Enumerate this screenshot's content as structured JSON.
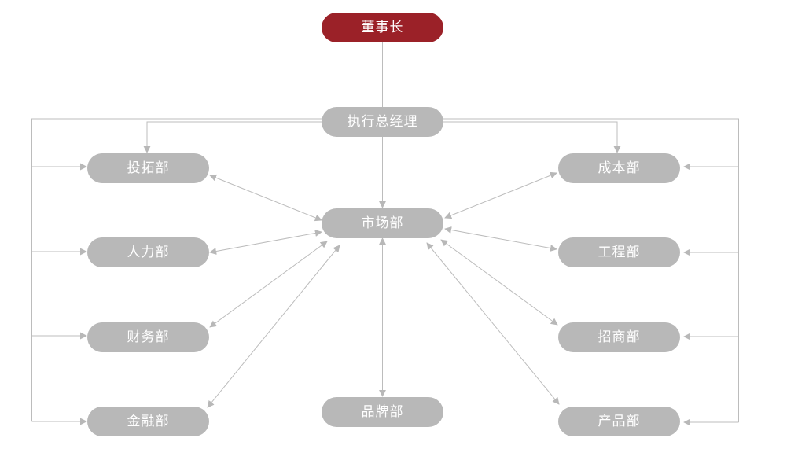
{
  "colors": {
    "accent": "#9b2128",
    "node": "#b8b8b8",
    "line": "#bcbcbc",
    "text": "#ffffff"
  },
  "nodes": {
    "chairman": "董事长",
    "ceo": "执行总经理",
    "market": "市场部",
    "brand": "品牌部",
    "invest": "投拓部",
    "hr": "人力部",
    "finance": "财务部",
    "financing": "金融部",
    "cost": "成本部",
    "engineering": "工程部",
    "merchant": "招商部",
    "product": "产品部"
  }
}
